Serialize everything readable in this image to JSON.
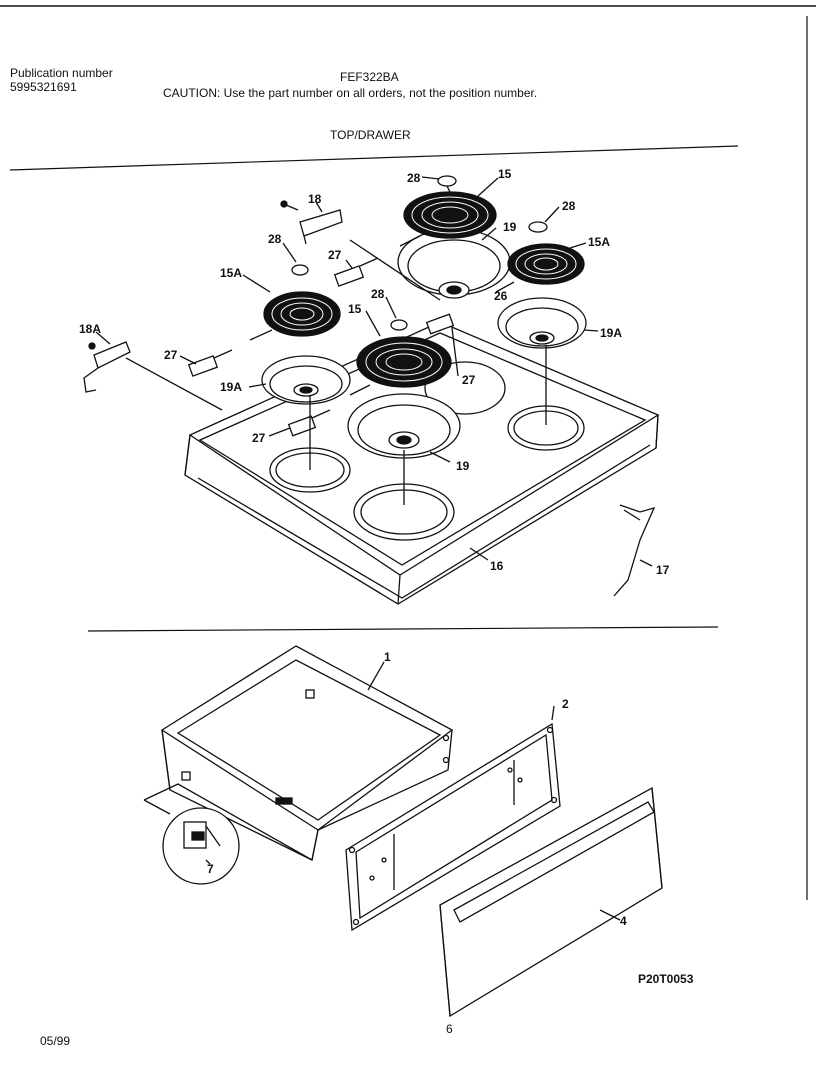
{
  "header": {
    "publication_label": "Publication number",
    "publication_number": "5995321691",
    "model": "FEF322BA",
    "caution": "CAUTION:  Use the part number on all orders, not the position number.",
    "section_title": "TOP/DRAWER"
  },
  "callouts": {
    "c1": "1",
    "c2": "2",
    "c4": "4",
    "c7": "7",
    "c15a": "15",
    "c15b": "15",
    "c15Aa": "15A",
    "c15Ab": "15A",
    "c16": "16",
    "c17": "17",
    "c18": "18",
    "c18A": "18A",
    "c19a": "19",
    "c19b": "19",
    "c19Aa": "19A",
    "c19Ab": "19A",
    "c26": "26",
    "c27a": "27",
    "c27b": "27",
    "c27c": "27",
    "c27d": "27",
    "c28a": "28",
    "c28b": "28",
    "c28c": "28",
    "c28d": "28"
  },
  "figure_code": "P20T0053",
  "footer": {
    "date": "05/99",
    "page": "6"
  }
}
